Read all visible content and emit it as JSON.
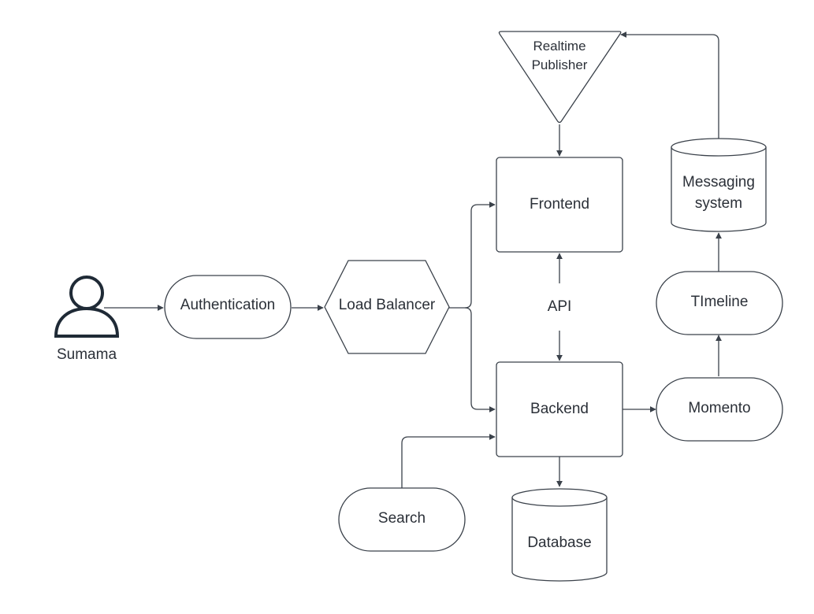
{
  "diagram": {
    "actor": {
      "label": "Sumama"
    },
    "nodes": {
      "authentication": "Authentication",
      "load_balancer": "Load Balancer",
      "realtime_publisher": [
        "Realtime",
        "Publisher"
      ],
      "frontend": "Frontend",
      "api": "API",
      "backend": "Backend",
      "search": "Search",
      "database": "Database",
      "momento": "Momento",
      "timeline": "TImeline",
      "messaging_system": [
        "Messaging",
        "system"
      ]
    },
    "edges": [
      {
        "from": "actor",
        "to": "authentication"
      },
      {
        "from": "authentication",
        "to": "load_balancer"
      },
      {
        "from": "load_balancer",
        "to": "frontend"
      },
      {
        "from": "load_balancer",
        "to": "backend"
      },
      {
        "from": "realtime_publisher",
        "to": "frontend"
      },
      {
        "from": "api",
        "to": "frontend"
      },
      {
        "from": "api",
        "to": "backend"
      },
      {
        "from": "search",
        "to": "backend"
      },
      {
        "from": "backend",
        "to": "database"
      },
      {
        "from": "backend",
        "to": "momento"
      },
      {
        "from": "momento",
        "to": "timeline"
      },
      {
        "from": "timeline",
        "to": "messaging_system"
      },
      {
        "from": "messaging_system",
        "to": "realtime_publisher"
      }
    ]
  }
}
